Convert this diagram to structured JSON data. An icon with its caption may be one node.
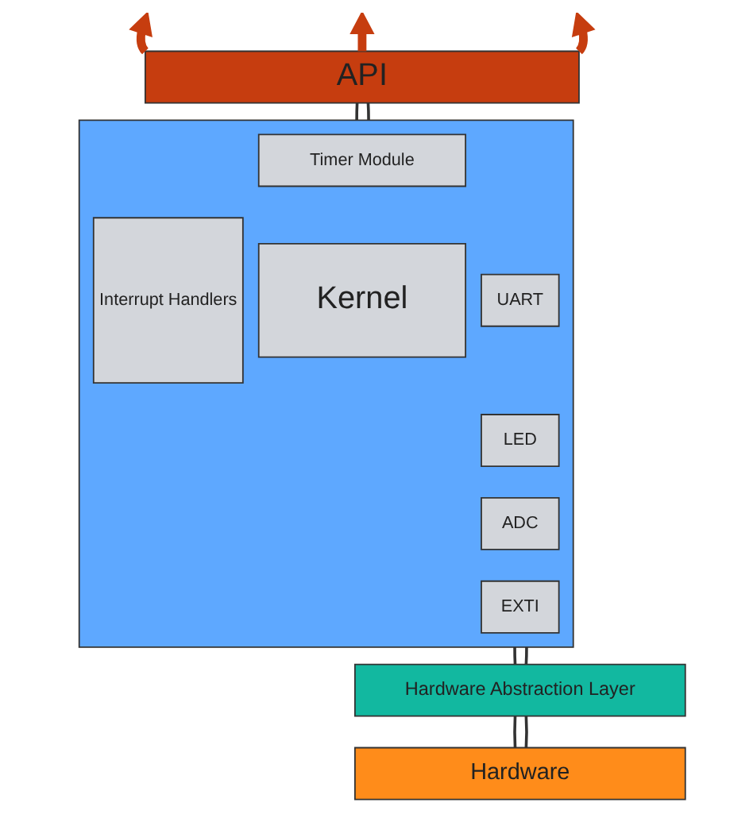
{
  "diagram": {
    "nodes": [
      {
        "text": [
          "API"
        ]
      },
      {
        "text": [],
        "shape": "box"
      },
      {
        "text": [
          "Timer Module"
        ],
        "in": 1
      },
      {
        "text": [
          "Interrupt Handlers"
        ],
        "in": 1
      },
      {
        "text": [
          "Kernel"
        ],
        "in": 1
      },
      {
        "text": [
          "UART"
        ],
        "in": 1
      },
      {
        "text": [
          "LED"
        ],
        "in": 1
      },
      {
        "text": [
          "ADC"
        ],
        "in": 1
      },
      {
        "text": [
          "EXTI"
        ],
        "in": 1
      },
      {
        "text": [
          "Hardware Abstraction Layer"
        ]
      },
      {
        "text": [
          "Hardware"
        ]
      }
    ],
    "edges": [
      {
        "from": 0,
        "to": null,
        "arrow": "to",
        "style": "thick",
        "color": "#c63d0f"
      },
      {
        "from": 0,
        "to": null,
        "arrow": "to",
        "style": "thick",
        "color": "#c63d0f"
      },
      {
        "from": 0,
        "to": null,
        "arrow": "to",
        "style": "thick",
        "color": "#c63d0f"
      },
      {
        "from": 0,
        "to": 1,
        "arrow": "none"
      },
      {
        "from": 0,
        "to": 1,
        "arrow": "none"
      },
      {
        "from": 1,
        "to": 9,
        "arrow": "none"
      },
      {
        "from": 1,
        "to": 9,
        "arrow": "none"
      },
      {
        "from": 9,
        "to": 10,
        "arrow": "none"
      },
      {
        "from": 9,
        "to": 10,
        "arrow": "none"
      }
    ]
  }
}
